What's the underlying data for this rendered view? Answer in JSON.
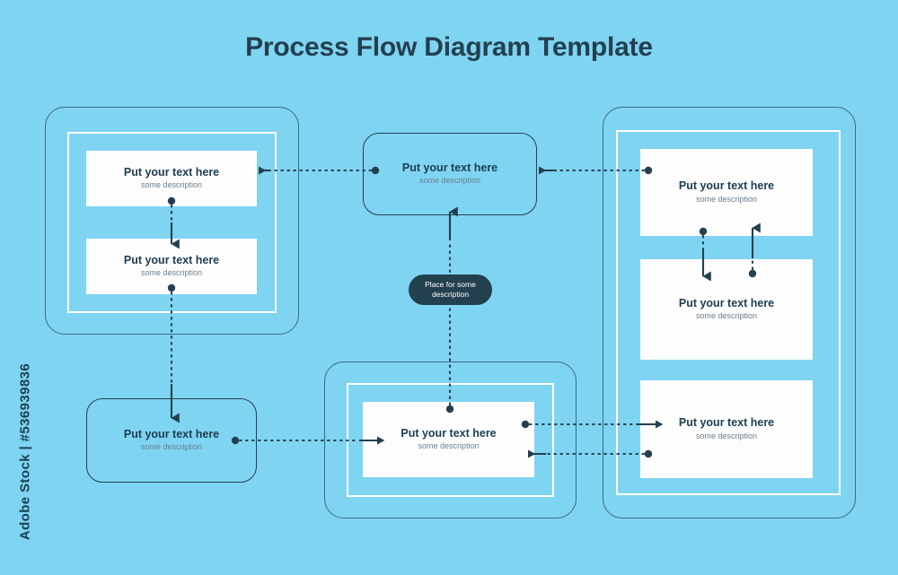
{
  "title": "Process Flow Diagram Template",
  "watermark": "Adobe Stock | #536939836",
  "colors": {
    "background": "#7fd4f2",
    "ink": "#1d3d52",
    "dark": "#23404f",
    "card": "#fdfdfd",
    "desc": "#6b7e8c",
    "frame_white": "#ffffff",
    "frame_border": "#3d6a80"
  },
  "nodes": {
    "left_card_1": {
      "title": "Put your text here",
      "desc": "some description"
    },
    "left_card_2": {
      "title": "Put your text here",
      "desc": "some description"
    },
    "left_bottom_node": {
      "title": "Put your text here",
      "desc": "some description"
    },
    "center_top_node": {
      "title": "Put your text here",
      "desc": "some description"
    },
    "center_bottom_card": {
      "title": "Put your text here",
      "desc": "some description"
    },
    "right_card_1": {
      "title": "Put your text here",
      "desc": "some description"
    },
    "right_card_2": {
      "title": "Put your text here",
      "desc": "some description"
    },
    "right_card_3": {
      "title": "Put your text here",
      "desc": "some description"
    }
  },
  "pill": {
    "line1": "Place for some",
    "line2": "description"
  },
  "groups": {
    "left": {
      "name": "left-group"
    },
    "center_bottom": {
      "name": "center-bottom-group"
    },
    "right": {
      "name": "right-group"
    }
  },
  "connectors": [
    {
      "name": "right-card1-to-center-top",
      "direction": "left"
    },
    {
      "name": "center-top-to-left-card1",
      "direction": "left"
    },
    {
      "name": "left-card1-to-left-card2",
      "direction": "down"
    },
    {
      "name": "left-card2-to-left-bottom",
      "direction": "down"
    },
    {
      "name": "left-bottom-to-center-bottom",
      "direction": "right"
    },
    {
      "name": "pill-to-center-top",
      "direction": "up"
    },
    {
      "name": "center-bottom-to-pill",
      "direction": "up"
    },
    {
      "name": "right-card1-to-right-card2",
      "direction": "down"
    },
    {
      "name": "right-card2-to-right-card1",
      "direction": "up"
    },
    {
      "name": "center-bottom-to-right-card3",
      "direction": "right"
    },
    {
      "name": "right-card3-to-center-bottom",
      "direction": "left"
    }
  ]
}
